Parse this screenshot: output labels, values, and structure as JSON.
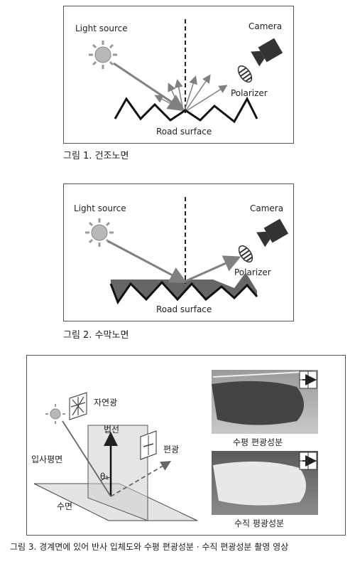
{
  "fig1": {
    "light_source": "Light source",
    "camera": "Camera",
    "polarizer": "Polarizer",
    "road_surface": "Road surface",
    "caption": "그림 1. 건조노면"
  },
  "fig2": {
    "light_source": "Light source",
    "camera": "Camera",
    "polarizer": "Polarizer",
    "road_surface": "Road surface",
    "caption": "그림 2. 수막노면"
  },
  "fig3": {
    "natural_light": "자연광",
    "normal": "법선",
    "polarized_light": "편광",
    "incidence_plane": "입사평면",
    "theta": "θ₁",
    "water_surface": "수면",
    "horizontal_label": "수평 편광성분",
    "vertical_label": "수직 평광성분",
    "caption": "그림 3. 경계면에 있어 반사 입체도와 수평 편광성분 · 수직 편광성분 촬영 영상"
  },
  "colors": {
    "frame": "#555555",
    "arrow": "#808080",
    "dark_arrow": "#333333",
    "water": "#666666",
    "sun": "#b8b8b8"
  }
}
